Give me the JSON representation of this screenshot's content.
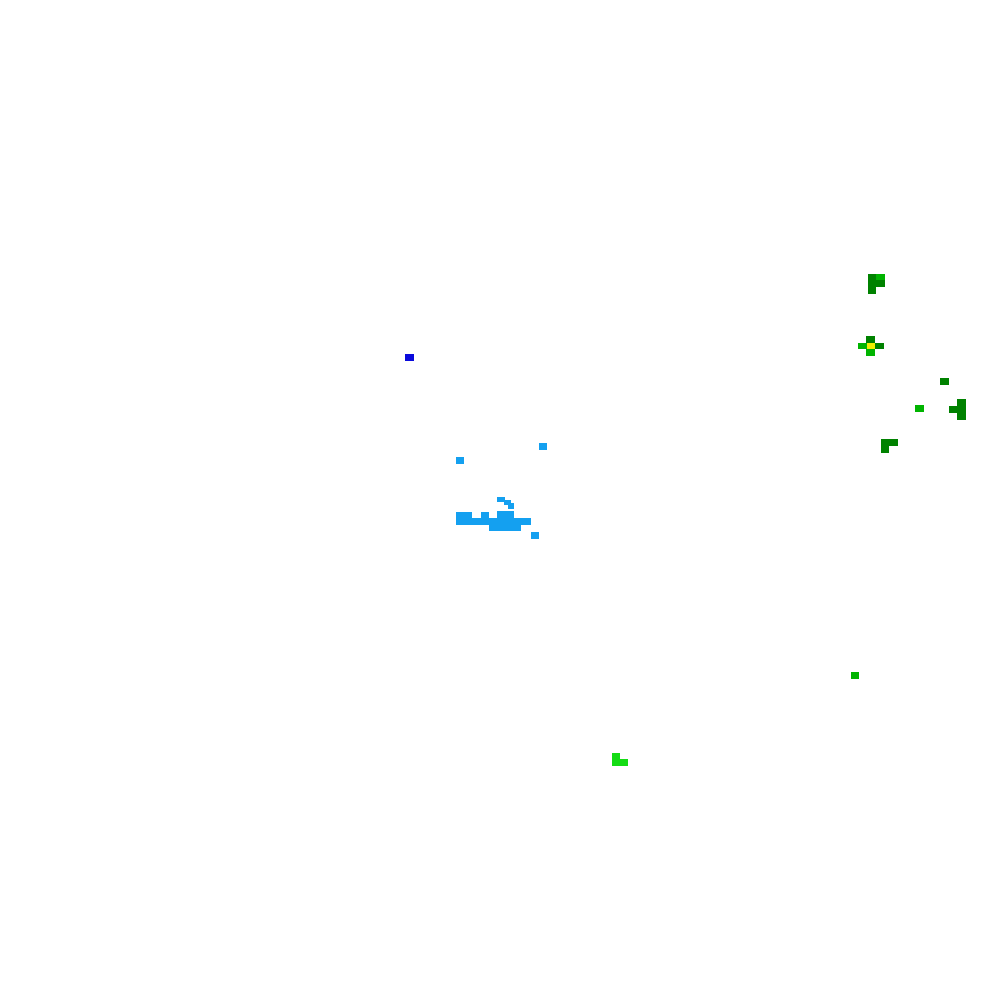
{
  "map": {
    "background_color": "#ffffff",
    "palette": {
      "blue": "#0a0adc",
      "light_blue": "#14a0f0",
      "dark_green": "#008200",
      "green": "#00b400",
      "bright_green": "#14dc14",
      "yellow": "#f0f000"
    },
    "clusters": [
      {
        "name": "blue-dot",
        "color": "blue"
      },
      {
        "name": "light-blue-cluster",
        "color": "light_blue"
      },
      {
        "name": "green-cluster-top",
        "color": "dark_green"
      },
      {
        "name": "green-cross-cluster",
        "color": "green"
      },
      {
        "name": "green-cluster-right",
        "color": "dark_green"
      },
      {
        "name": "green-dot-lower-right",
        "color": "green"
      },
      {
        "name": "bright-green-cluster",
        "color": "bright_green"
      }
    ]
  }
}
